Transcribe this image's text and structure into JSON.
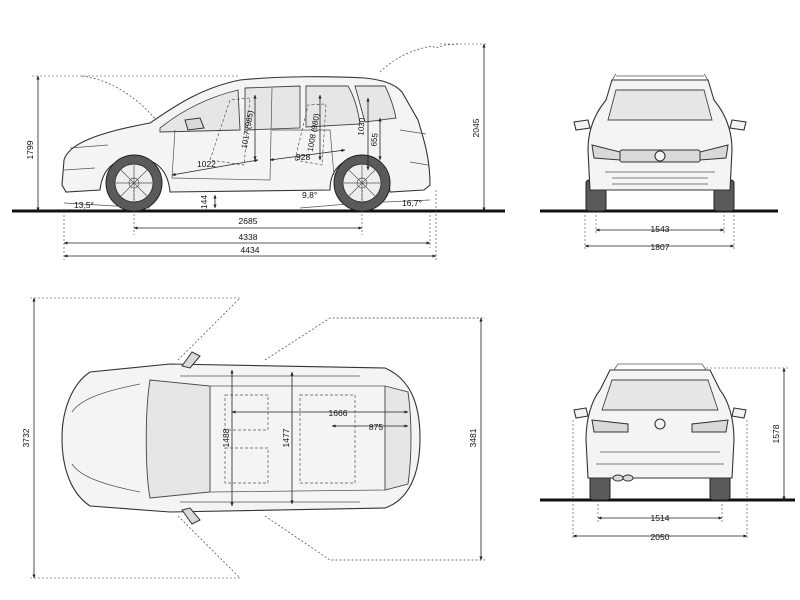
{
  "diagram": {
    "side_view": {
      "dims": {
        "height_left": "1799",
        "height_open_tailgate": "2045",
        "approach_angle": "13,5°",
        "departure_angle": "16,7°",
        "ramp_angle": "9,8°",
        "ground_clearance": "144",
        "wheelbase": "2685",
        "length": "4338",
        "length_total": "4434",
        "front_legroom": "1022",
        "rear_legroom": "928",
        "front_headroom": "1017 (985)",
        "rear_headroom": "1008 (980)",
        "boot_height": "1030",
        "boot_opening": "655"
      }
    },
    "front_view": {
      "dims": {
        "track_front": "1543",
        "width": "1807"
      }
    },
    "top_view": {
      "dims": {
        "length_open_doors": "3732",
        "length_open_tailgate": "3481",
        "interior_length": "1666",
        "boot_length": "875",
        "front_shoulder": "1488",
        "rear_shoulder": "1477"
      }
    },
    "rear_view": {
      "dims": {
        "height": "1578",
        "track_rear": "1514",
        "width_mirrors": "2050"
      }
    }
  }
}
